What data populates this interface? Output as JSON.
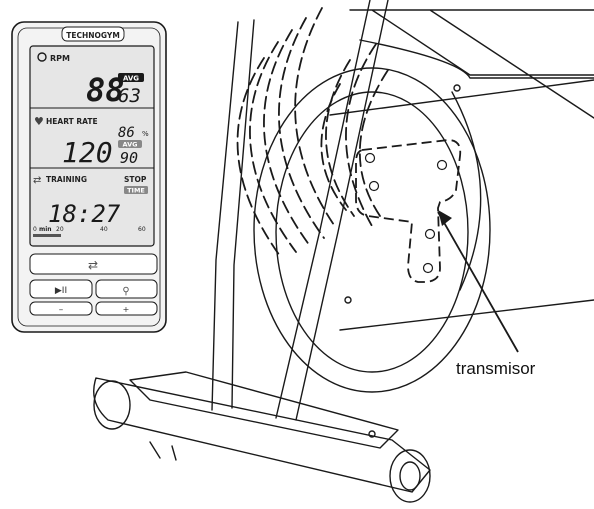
{
  "console": {
    "brand": "TECHNOGYM",
    "rpm": {
      "label": "RPM",
      "value": "88",
      "avg_label": "AVG",
      "avg_value": "63"
    },
    "heart_rate": {
      "label": "HEART RATE",
      "value": "120",
      "percent": "86",
      "percent_unit": "%",
      "avg_label": "AVG",
      "avg_value": "90"
    },
    "training": {
      "label": "TRAINING",
      "stop_label": "STOP",
      "time_label": "TIME",
      "time_value": "18:27",
      "scale": {
        "unit": "min",
        "ticks": [
          "0",
          "20",
          "40",
          "60"
        ]
      }
    },
    "buttons": {
      "cycle": "cycle-arrows-icon",
      "play_pause": "play-pause-icon",
      "light": "light-bulb-icon",
      "minus": "minus-icon",
      "plus": "plus-icon"
    }
  },
  "callout": {
    "label": "transmisor"
  },
  "colors": {
    "line": "#1a1a1a",
    "panel": "#f3f3f3",
    "lcd": "#e6e6e6"
  }
}
